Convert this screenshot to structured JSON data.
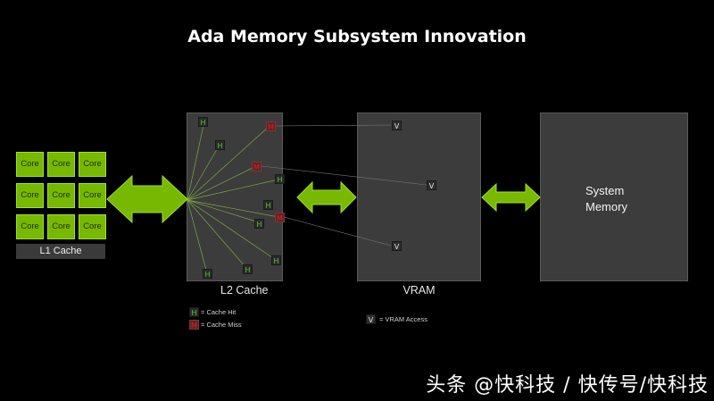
{
  "title": "Ada Memory Subsystem Innovation",
  "l1": {
    "cores": [
      "Core",
      "Core",
      "Core",
      "Core",
      "Core",
      "Core",
      "Core",
      "Core",
      "Core"
    ],
    "label": "L1 Cache"
  },
  "blocks": {
    "l2_label": "L2 Cache",
    "vram_label": "VRAM",
    "system_memory_line1": "System",
    "system_memory_line2": "Memory"
  },
  "markers": {
    "hit": "H",
    "miss": "M",
    "vram": "V"
  },
  "legend": {
    "hit_symbol": "H",
    "hit_text": "= Cache Hit",
    "miss_symbol": "M",
    "miss_text": "= Cache Miss",
    "vram_symbol": "V",
    "vram_text": "= VRAM Access"
  },
  "watermark": "头条 @快科技 / 快传号/快科技",
  "colors": {
    "accent_green": "#76b900",
    "hit_green": "#58c832",
    "miss_red": "#e02020"
  }
}
